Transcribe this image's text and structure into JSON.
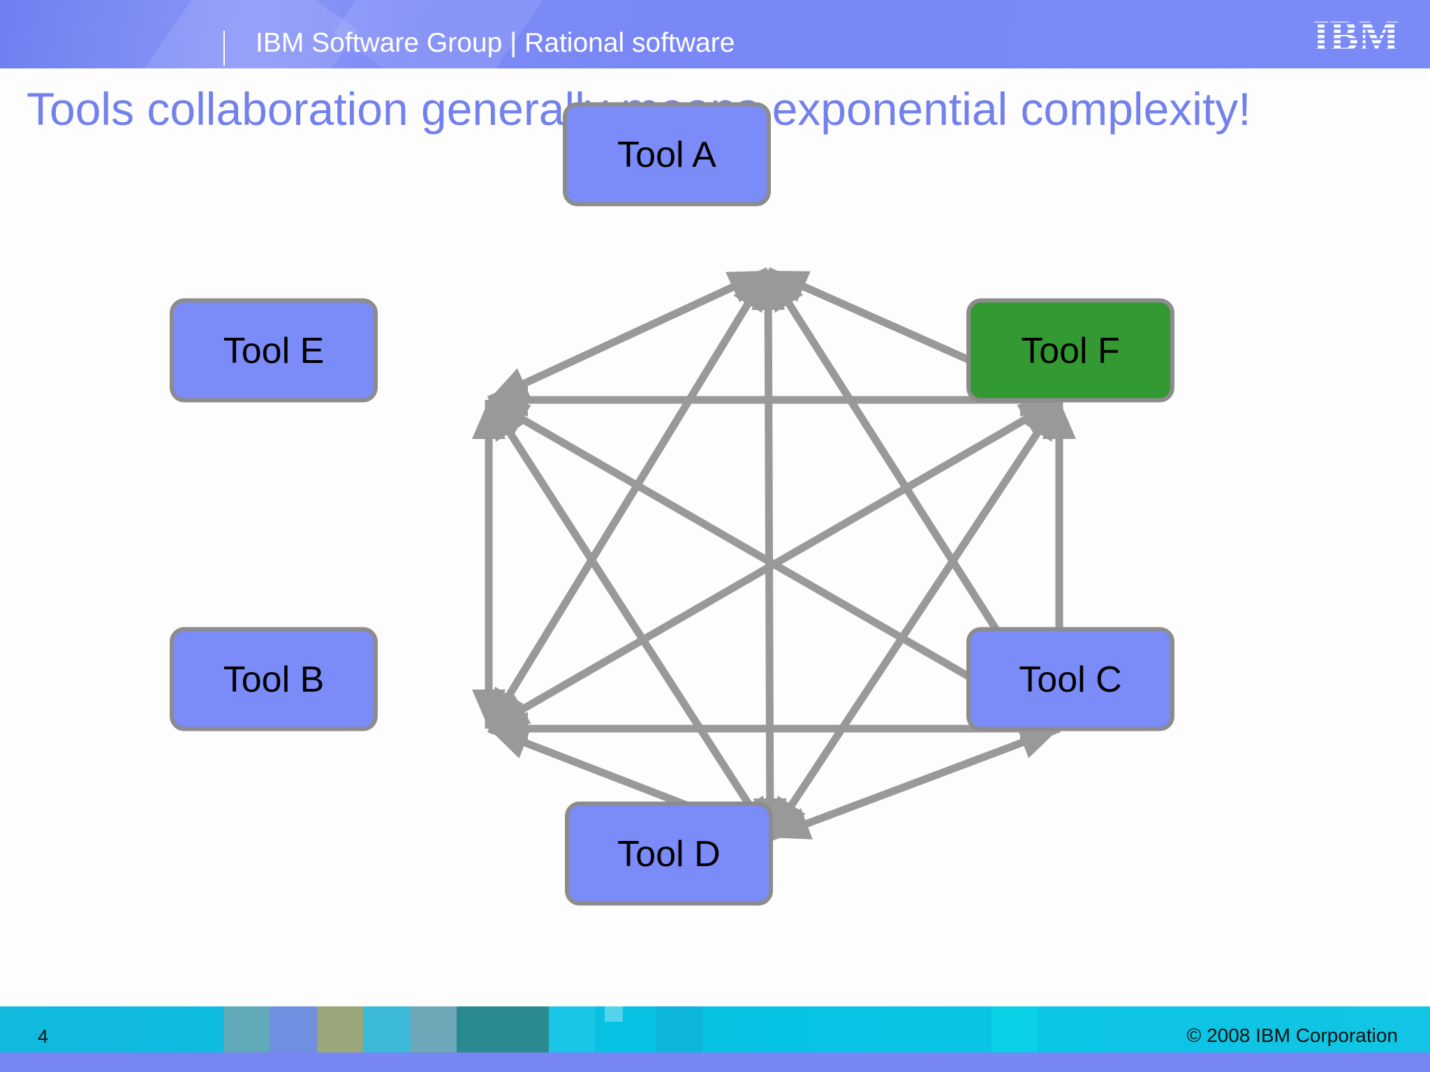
{
  "header": {
    "group_text": "IBM Software Group | Rational software",
    "logo_text": "IBM"
  },
  "title": "Tools collaboration generally means exponential complexity!",
  "diagram": {
    "nodes": [
      {
        "id": "A",
        "label": "Tool A",
        "color": "#7b8bf7"
      },
      {
        "id": "E",
        "label": "Tool E",
        "color": "#7b8bf7"
      },
      {
        "id": "F",
        "label": "Tool F",
        "color": "#339933"
      },
      {
        "id": "B",
        "label": "Tool B",
        "color": "#7b8bf7"
      },
      {
        "id": "C",
        "label": "Tool C",
        "color": "#7b8bf7"
      },
      {
        "id": "D",
        "label": "Tool D",
        "color": "#7b8bf7"
      }
    ],
    "edges": [
      [
        "A",
        "E"
      ],
      [
        "A",
        "F"
      ],
      [
        "A",
        "B"
      ],
      [
        "A",
        "C"
      ],
      [
        "A",
        "D"
      ],
      [
        "E",
        "F"
      ],
      [
        "E",
        "B"
      ],
      [
        "E",
        "C"
      ],
      [
        "E",
        "D"
      ],
      [
        "F",
        "B"
      ],
      [
        "F",
        "C"
      ],
      [
        "F",
        "D"
      ],
      [
        "B",
        "C"
      ],
      [
        "B",
        "D"
      ],
      [
        "C",
        "D"
      ]
    ],
    "edge_color": "#999999",
    "node_border_color": "#8c8c8c"
  },
  "footer": {
    "page_number": "4",
    "copyright": "© 2008 IBM Corporation"
  }
}
